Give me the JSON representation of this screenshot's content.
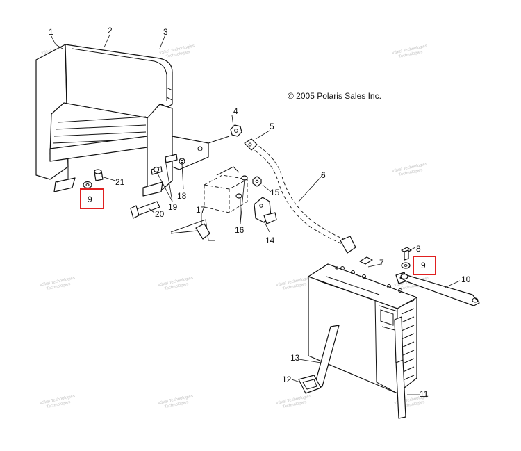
{
  "copyright": "© 2005 Polaris Sales Inc.",
  "watermark_lines": [
    "vSkel Technologies",
    "Technologies"
  ],
  "highlight_color": "#e02020",
  "callouts": {
    "c1": "1",
    "c2": "2",
    "c3": "3",
    "c4": "4",
    "c5": "5",
    "c6": "6",
    "c7": "7",
    "c8": "8",
    "c9a": "9",
    "c9b": "9",
    "c10": "10",
    "c11": "11",
    "c12": "12",
    "c13": "13",
    "c14": "14",
    "c15": "15",
    "c16": "16",
    "c17": "17",
    "c18": "18",
    "c19": "19",
    "c20": "20",
    "c21": "21"
  }
}
